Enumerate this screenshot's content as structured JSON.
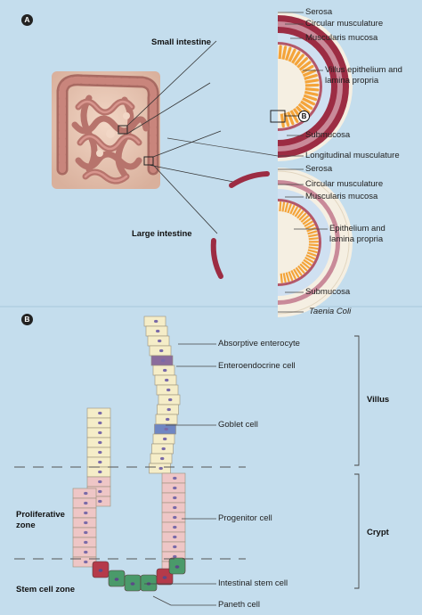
{
  "panels": {
    "a": "A",
    "b": "B"
  },
  "callout": "B",
  "organs": {
    "small": "Small intestine",
    "large": "Large intestine"
  },
  "small_layers": [
    "Serosa",
    "Circular musculature",
    "Muscularis mucosa",
    "Villus epithelium and",
    "lamina propria",
    "Submucosa",
    "Longitudinal musculature"
  ],
  "large_layers": [
    "Serosa",
    "Circular musculature",
    "Muscularis mucosa",
    "Epithelium and",
    "lamina propria",
    "Submucosa",
    "Taenia Coli"
  ],
  "cells": [
    "Absorptive enterocyte",
    "Enteroendocrine cell",
    "Goblet cell",
    "Progenitor cell",
    "Intestinal stem cell",
    "Paneth cell"
  ],
  "regions": {
    "villus": "Villus",
    "crypt": "Crypt"
  },
  "zones": {
    "prolif_1": "Proliferative",
    "prolif_2": "zone",
    "stem": "Stem cell zone"
  },
  "colors": {
    "background": "#c4dded",
    "serosa": "#f5efe2",
    "muscle": "#9c2c43",
    "muscle_light": "#c98a99",
    "submucosa": "#cfe0f1",
    "epithelium": "#f4a43a",
    "enterocyte": "#f5edc8",
    "enteroendocrine": "#8a6c9c",
    "goblet": "#6f86c2",
    "progenitor": "#eec6c6",
    "stem": "#4a9a6a",
    "paneth": "#b53a4a"
  }
}
